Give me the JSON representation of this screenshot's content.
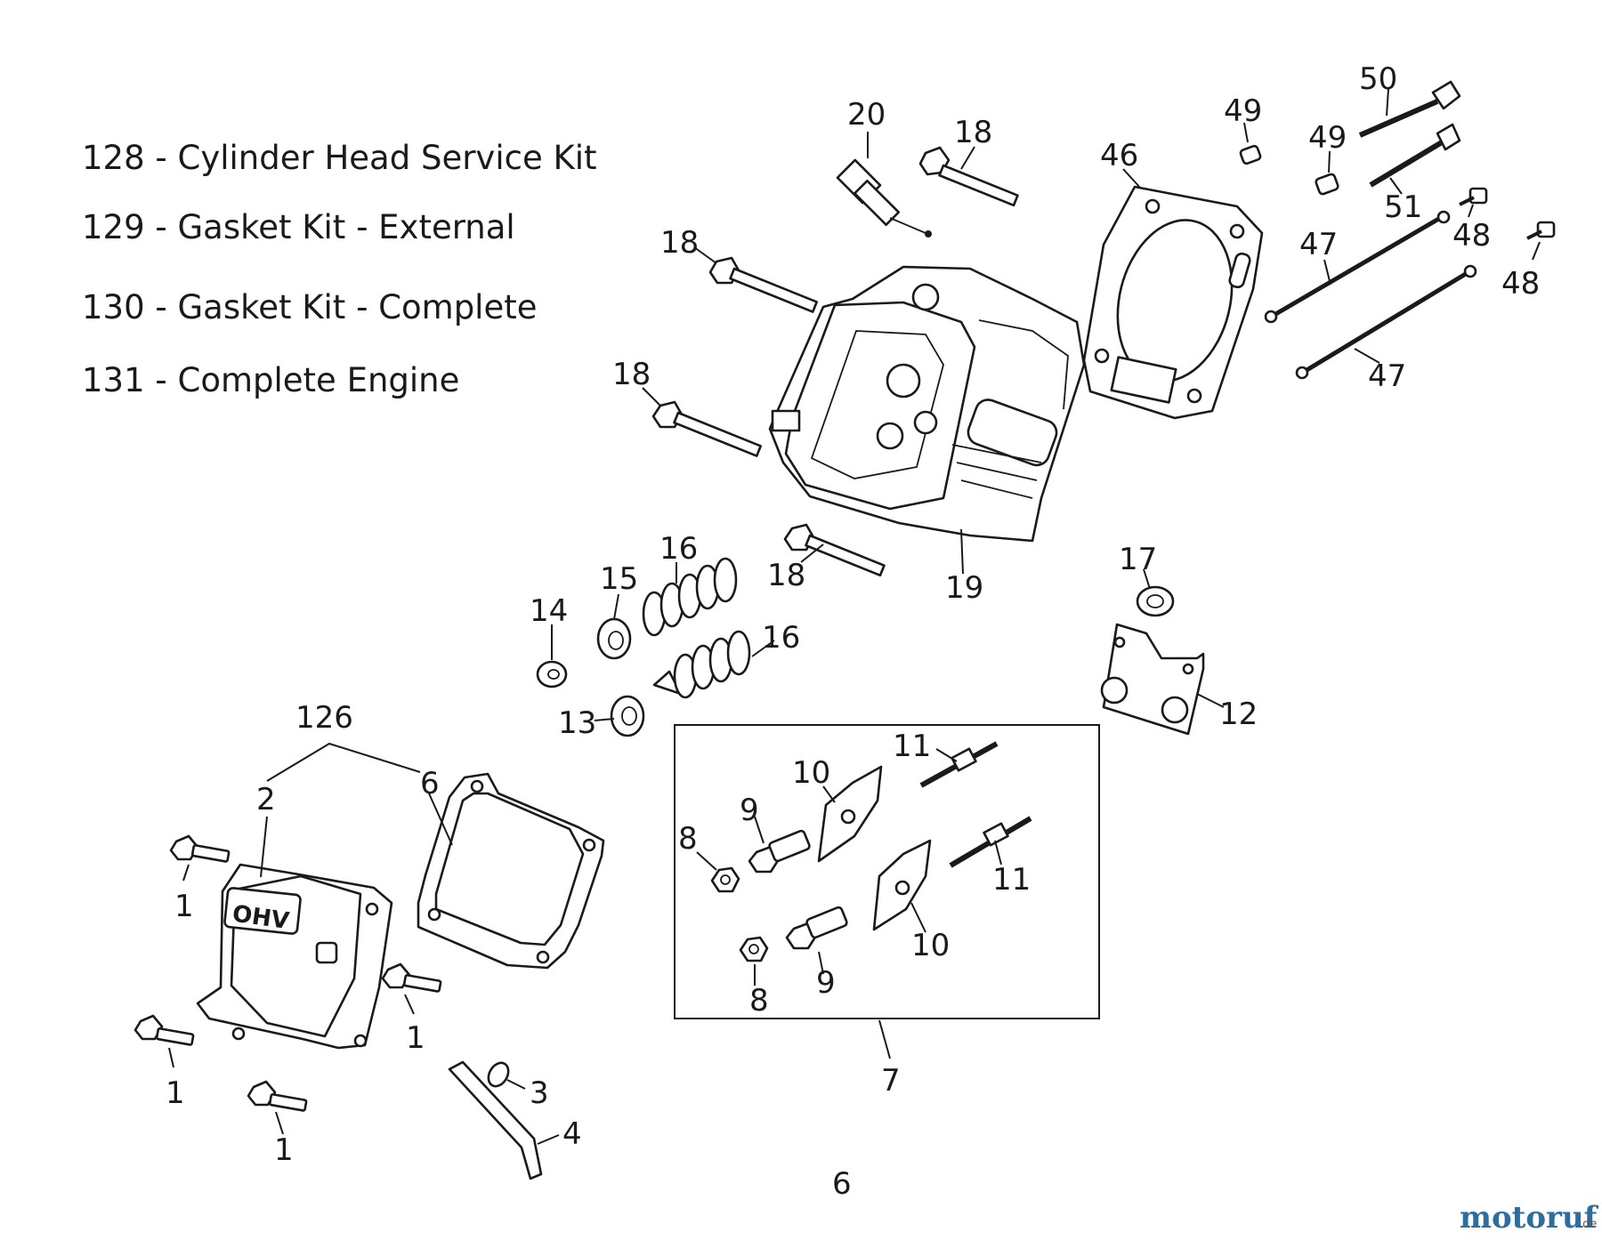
{
  "kit_list": [
    "128 - Cylinder Head Service Kit",
    "129 - Gasket Kit - External",
    "130 - Gasket Kit - Complete",
    "131 - Complete Engine"
  ],
  "callouts": {
    "c20": "20",
    "c18a": "18",
    "c18b": "18",
    "c18c": "18",
    "c18d": "18",
    "c49a": "49",
    "c49b": "49",
    "c50": "50",
    "c51": "51",
    "c46": "46",
    "c47a": "47",
    "c47b": "47",
    "c48a": "48",
    "c48b": "48",
    "c16a": "16",
    "c16b": "16",
    "c15": "15",
    "c14": "14",
    "c13": "13",
    "c19": "19",
    "c17": "17",
    "c12": "12",
    "c126": "126",
    "c2": "2",
    "c6a": "6",
    "c1a": "1",
    "c1b": "1",
    "c1c": "1",
    "c1d": "1",
    "c3": "3",
    "c4": "4",
    "c7": "7",
    "c11a": "11",
    "c11b": "11",
    "c10a": "10",
    "c10b": "10",
    "c9a": "9",
    "c9b": "9",
    "c8a": "8",
    "c8b": "8"
  },
  "cover_text": "OHV",
  "page_number": "6",
  "watermark": {
    "main": "motoruf",
    "suffix": ".de",
    "color_a": "#2c6e9e",
    "color_b": "#d9821c"
  }
}
